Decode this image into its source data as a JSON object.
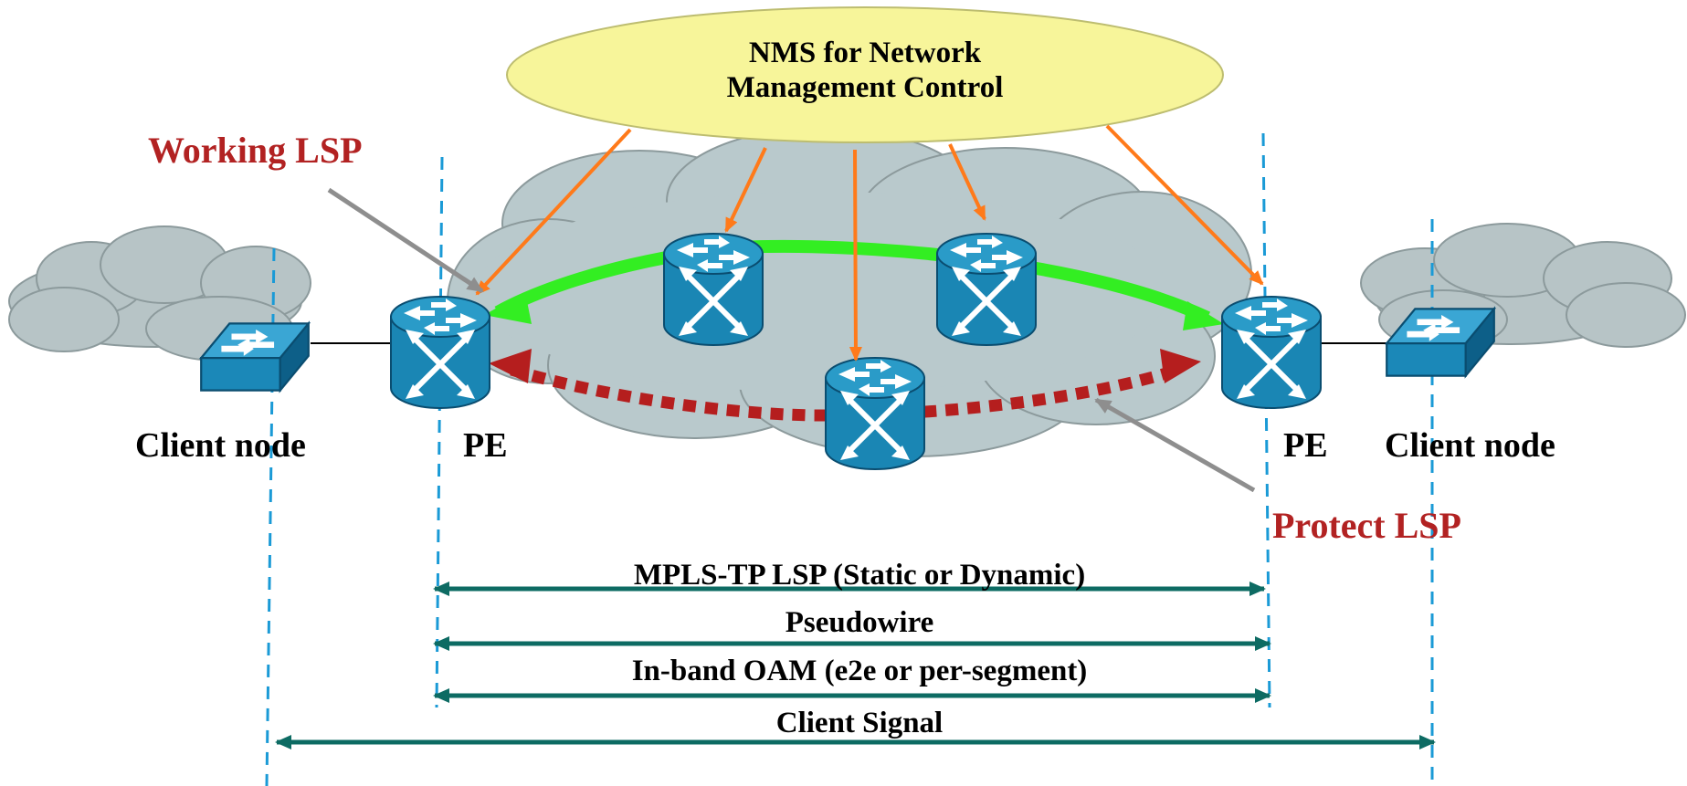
{
  "nms": {
    "line1": "NMS for Network",
    "line2": "Management Control"
  },
  "labels": {
    "working_lsp": "Working LSP",
    "protect_lsp": "Protect LSP",
    "client_node_left": "Client node",
    "client_node_right": "Client node",
    "pe_left": "PE",
    "pe_right": "PE"
  },
  "spans": [
    {
      "id": "mpls",
      "label": "MPLS-TP LSP (Static or Dynamic)"
    },
    {
      "id": "pw",
      "label": "Pseudowire"
    },
    {
      "id": "oam",
      "label": "In-band OAM (e2e or per-segment)"
    },
    {
      "id": "client",
      "label": "Client Signal"
    }
  ],
  "icons": {
    "router": "router-icon",
    "switch": "switch-icon",
    "cloud": "cloud-icon"
  },
  "colors": {
    "nms_fill": "#f7f59a",
    "cloud_fill": "#b9c9cc",
    "client_cloud_fill": "#b7c4c6",
    "router": "#1a86b4",
    "working": "#33ee22",
    "protect": "#b51e1e",
    "nms_link": "#ff7a1a",
    "span_arrow": "#0d6b63",
    "boundary": "#1a9ad6",
    "pointer": "#8e8e8e"
  }
}
